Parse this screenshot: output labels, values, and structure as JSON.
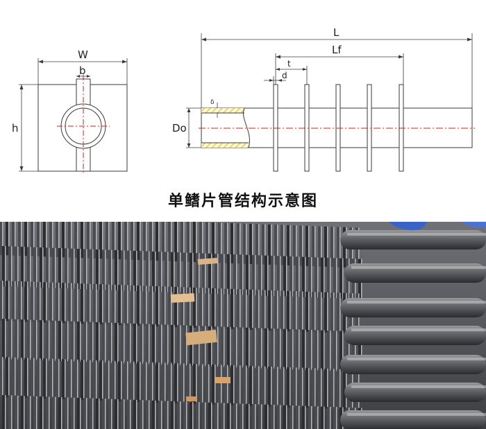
{
  "caption": "单鳍片管结构示意图",
  "labels": {
    "W": "W",
    "b": "b",
    "h": "h",
    "L": "L",
    "Lf": "Lf",
    "t": "t",
    "d": "d",
    "Do": "Do",
    "delta": "δ"
  },
  "colors": {
    "line": "#3a3a3a",
    "centerline": "#d22222",
    "hatch": "#e3c23a",
    "background": "#ffffff"
  },
  "photo": {
    "subject": "fin-tube-bundle-photo"
  }
}
